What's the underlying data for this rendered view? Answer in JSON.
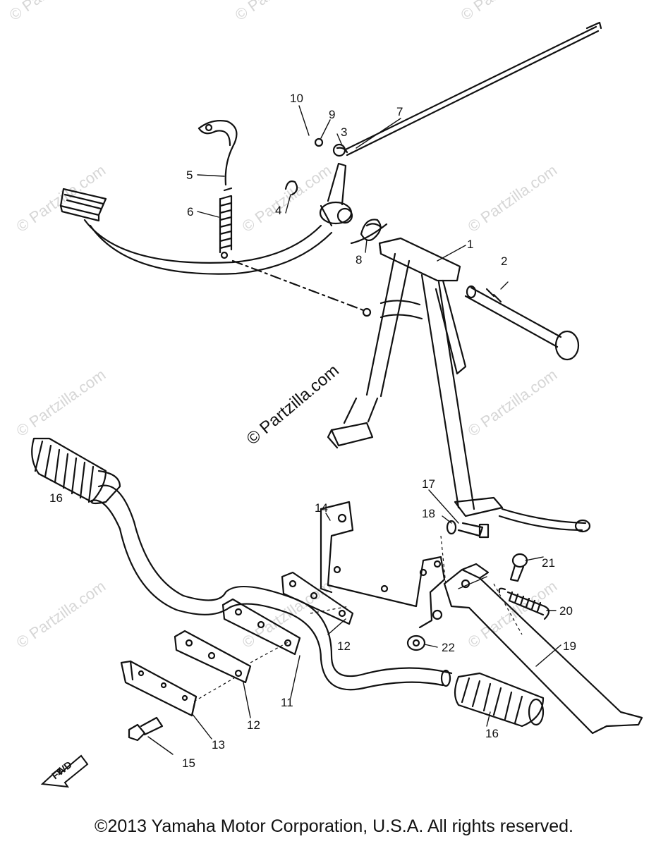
{
  "copyright": "©2013 Yamaha Motor Corporation, U.S.A. All rights reserved.",
  "watermark_center": "© Partzilla.com",
  "watermark_faint": "© Partzilla.com",
  "fwd_label": "FWD",
  "colors": {
    "ink": "#111111",
    "watermark": "#d6d6d6",
    "background": "#ffffff"
  },
  "part_labels": {
    "p1": "1",
    "p2": "2",
    "p3": "3",
    "p4": "4",
    "p5": "5",
    "p6": "6",
    "p7": "7",
    "p8": "8",
    "p9": "9",
    "p10": "10",
    "p11": "11",
    "p12a": "12",
    "p12b": "12",
    "p13": "13",
    "p14": "14",
    "p15": "15",
    "p16a": "16",
    "p16b": "16",
    "p17": "17",
    "p18": "18",
    "p19": "19",
    "p20": "20",
    "p21": "21",
    "p22": "22"
  }
}
